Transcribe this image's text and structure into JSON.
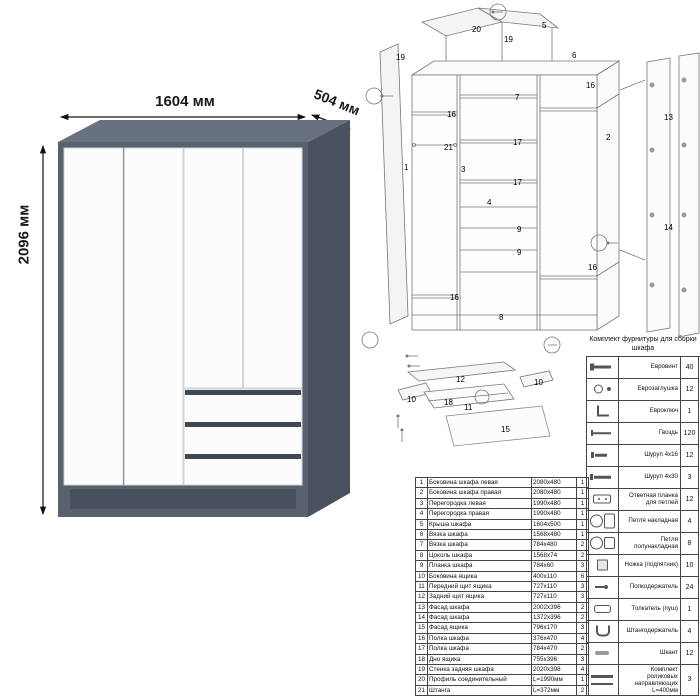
{
  "doc": {
    "kind": "wardrobe-assembly-instruction"
  },
  "dimensions": {
    "width": "1604 мм",
    "depth": "504 мм",
    "height": "2096 мм"
  },
  "colors": {
    "cabinet_body": "#58616e",
    "cabinet_top": "#68717e",
    "cabinet_side": "#49525e",
    "door": "#fcfcfc",
    "drawer_groove": "#3f4853"
  },
  "diagram": {
    "labels": [
      "19",
      "20",
      "19",
      "5",
      "6",
      "16",
      "7",
      "16",
      "21",
      "1",
      "3",
      "17",
      "17",
      "9",
      "9",
      "4",
      "2",
      "16",
      "16",
      "8",
      "13",
      "14",
      "12",
      "10",
      "10",
      "18",
      "11",
      "15"
    ]
  },
  "parts": {
    "rows": [
      {
        "num": "1",
        "name": "Боковина шкафа левая",
        "size": "2080x480",
        "qty": "1"
      },
      {
        "num": "2",
        "name": "Боковина шкафа правая",
        "size": "2080x480",
        "qty": "1"
      },
      {
        "num": "3",
        "name": "Перегородка левая",
        "size": "1990x480",
        "qty": "1"
      },
      {
        "num": "4",
        "name": "Перегородка правая",
        "size": "1990x480",
        "qty": "1"
      },
      {
        "num": "5",
        "name": "Крыша шкафа",
        "size": "1604x500",
        "qty": "1"
      },
      {
        "num": "6",
        "name": "Вязка шкафа",
        "size": "1568x480",
        "qty": "1"
      },
      {
        "num": "7",
        "name": "Вязка шкафа",
        "size": "784x480",
        "qty": "2"
      },
      {
        "num": "8",
        "name": "Цоколь шкафа",
        "size": "1568x74",
        "qty": "2"
      },
      {
        "num": "9",
        "name": "Планка шкафа",
        "size": "784x60",
        "qty": "3"
      },
      {
        "num": "10",
        "name": "Боковина ящика",
        "size": "400x110",
        "qty": "6"
      },
      {
        "num": "11",
        "name": "Передний щит ящика",
        "size": "727x110",
        "qty": "3"
      },
      {
        "num": "12",
        "name": "Задний щит ящика",
        "size": "727x110",
        "qty": "3"
      },
      {
        "num": "13",
        "name": "Фасад шкафа",
        "size": "2002x396",
        "qty": "2"
      },
      {
        "num": "14",
        "name": "Фасад шкафа",
        "size": "1372x396",
        "qty": "2"
      },
      {
        "num": "15",
        "name": "Фасад ящика",
        "size": "796x170",
        "qty": "3"
      },
      {
        "num": "16",
        "name": "Полка шкафа",
        "size": "376x470",
        "qty": "4"
      },
      {
        "num": "17",
        "name": "Полка шкафа",
        "size": "784x470",
        "qty": "2"
      },
      {
        "num": "18",
        "name": "Дно ящика",
        "size": "755x396",
        "qty": "3"
      },
      {
        "num": "19",
        "name": "Стенка задняя шкафа",
        "size": "2020x398",
        "qty": "4"
      },
      {
        "num": "20",
        "name": "Профиль соединительный",
        "size": "L=1990мм",
        "qty": "1"
      },
      {
        "num": "21",
        "name": "Штанга",
        "size": "L=372мм",
        "qty": "2"
      }
    ]
  },
  "hardware": {
    "title": "Комплект фурнитуры для сборки шкафа",
    "rows": [
      {
        "name": "Евровинт",
        "qty": "40",
        "icon": "ic-eurovint"
      },
      {
        "name": "Еврозаглушка",
        "qty": "12",
        "icon": "ic-plug"
      },
      {
        "name": "Евроключ",
        "qty": "1",
        "icon": "ic-key"
      },
      {
        "name": "Гвоздь",
        "qty": "120",
        "icon": "ic-nail"
      },
      {
        "name": "Шуруп 4x16",
        "qty": "12",
        "icon": "ic-screw16"
      },
      {
        "name": "Шуруп 4x30",
        "qty": "3",
        "icon": "ic-screw30"
      },
      {
        "name": "Ответная планка для петлей",
        "qty": "12",
        "icon": "ic-plate"
      },
      {
        "name": "Петля накладная",
        "qty": "4",
        "icon": "ic-hinge-full"
      },
      {
        "name": "Петля полунакладная",
        "qty": "8",
        "icon": "ic-hinge-half"
      },
      {
        "name": "Ножка (подпятник)",
        "qty": "10",
        "icon": "ic-leg"
      },
      {
        "name": "Полкодержатель",
        "qty": "24",
        "icon": "ic-peg"
      },
      {
        "name": "Толкатель (пуш)",
        "qty": "1",
        "icon": "ic-push"
      },
      {
        "name": "Штангодержатель",
        "qty": "4",
        "icon": "ic-bracket"
      },
      {
        "name": "Шкант",
        "qty": "12",
        "icon": "ic-dowel"
      },
      {
        "name": "Комплект роликовых направляющих L=400мм",
        "qty": "3",
        "icon": "ic-rail"
      }
    ]
  }
}
